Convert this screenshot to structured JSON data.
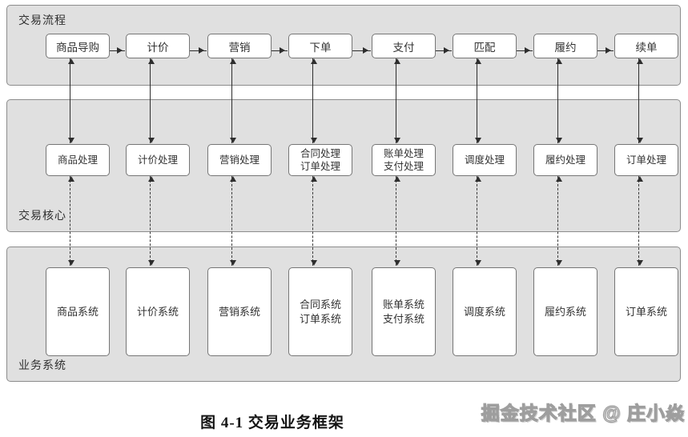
{
  "diagram": {
    "flow_panel_label": "交易流程",
    "core_panel_label": "交易核心",
    "systems_panel_label": "业务系统",
    "caption": "图 4-1 交易业务框架",
    "watermark": "掘金技术社区 @ 庄小焱"
  },
  "columns": [
    {
      "flow": "商品导购",
      "core": [
        "商品处理"
      ],
      "system": [
        "商品系统"
      ]
    },
    {
      "flow": "计价",
      "core": [
        "计价处理"
      ],
      "system": [
        "计价系统"
      ]
    },
    {
      "flow": "营销",
      "core": [
        "营销处理"
      ],
      "system": [
        "营销系统"
      ]
    },
    {
      "flow": "下单",
      "core": [
        "合同处理",
        "订单处理"
      ],
      "system": [
        "合同系统",
        "订单系统"
      ]
    },
    {
      "flow": "支付",
      "core": [
        "账单处理",
        "支付处理"
      ],
      "system": [
        "账单系统",
        "支付系统"
      ]
    },
    {
      "flow": "匹配",
      "core": [
        "调度处理"
      ],
      "system": [
        "调度系统"
      ]
    },
    {
      "flow": "履约",
      "core": [
        "履约处理"
      ],
      "system": [
        "履约系统"
      ]
    },
    {
      "flow": "续单",
      "core": [
        "订单处理"
      ],
      "system": [
        "订单系统"
      ]
    }
  ],
  "connections": {
    "flow_sequence_arrow": "solid single-headed right arrows between flow steps",
    "flow_core_link": "solid double-headed vertical arrows",
    "core_system_link": "dashed double-headed vertical arrows"
  },
  "colors": {
    "panel_fill": "#e0e0e0",
    "panel_border": "#8c8c8c",
    "box_fill": "#ffffff",
    "box_border": "#767676",
    "arrow": "#2e2e2e"
  }
}
